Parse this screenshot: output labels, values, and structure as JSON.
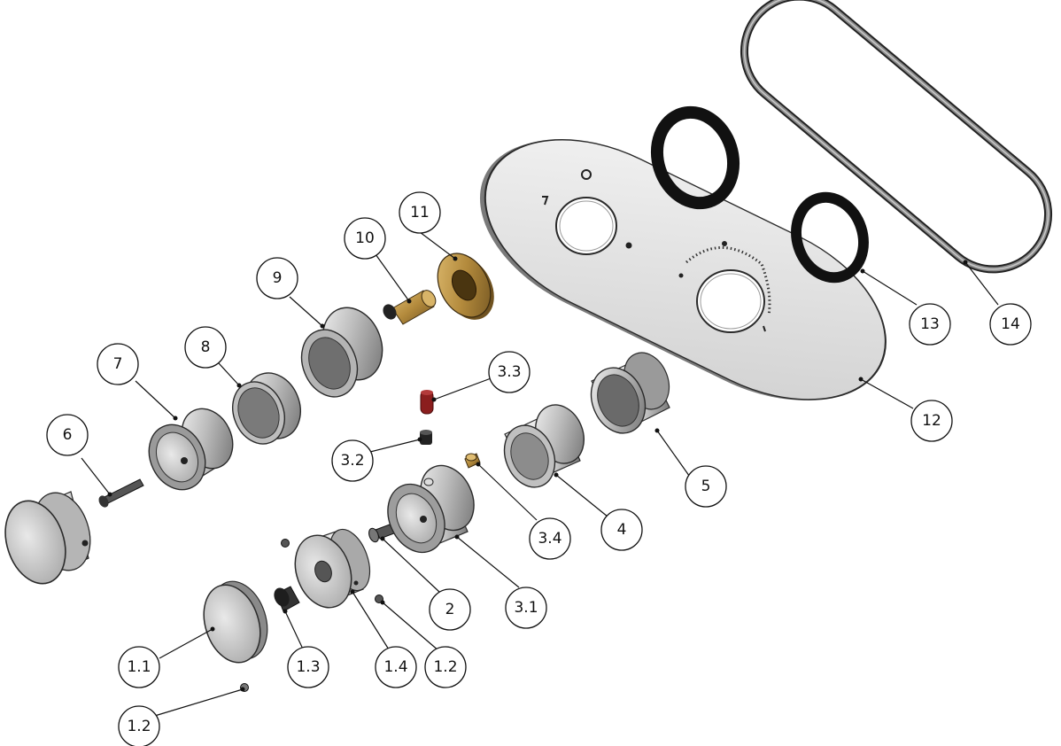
{
  "diagram": {
    "type": "exploded-assembly",
    "callouts": [
      {
        "id": "c1",
        "label": "1.1"
      },
      {
        "id": "c2",
        "label": "1.2"
      },
      {
        "id": "c3",
        "label": "1.2"
      },
      {
        "id": "c4",
        "label": "1.3"
      },
      {
        "id": "c5",
        "label": "1.4"
      },
      {
        "id": "c6",
        "label": "2"
      },
      {
        "id": "c7",
        "label": "3.1"
      },
      {
        "id": "c8",
        "label": "3.2"
      },
      {
        "id": "c9",
        "label": "3.3"
      },
      {
        "id": "c10",
        "label": "3.4"
      },
      {
        "id": "c11",
        "label": "4"
      },
      {
        "id": "c12",
        "label": "5"
      },
      {
        "id": "c13",
        "label": "6"
      },
      {
        "id": "c14",
        "label": "7"
      },
      {
        "id": "c15",
        "label": "8"
      },
      {
        "id": "c16",
        "label": "9"
      },
      {
        "id": "c17",
        "label": "10"
      },
      {
        "id": "c18",
        "label": "11"
      },
      {
        "id": "c19",
        "label": "12"
      },
      {
        "id": "c20",
        "label": "13"
      },
      {
        "id": "c21",
        "label": "14"
      }
    ],
    "colors": {
      "metal": "#c9c9c9",
      "metal_dark": "#8a8a8a",
      "brass": "#b38a3c",
      "red_pin": "#8b1e1e",
      "rubber": "#1a1a1a",
      "plate": "#e3e3e3"
    }
  }
}
